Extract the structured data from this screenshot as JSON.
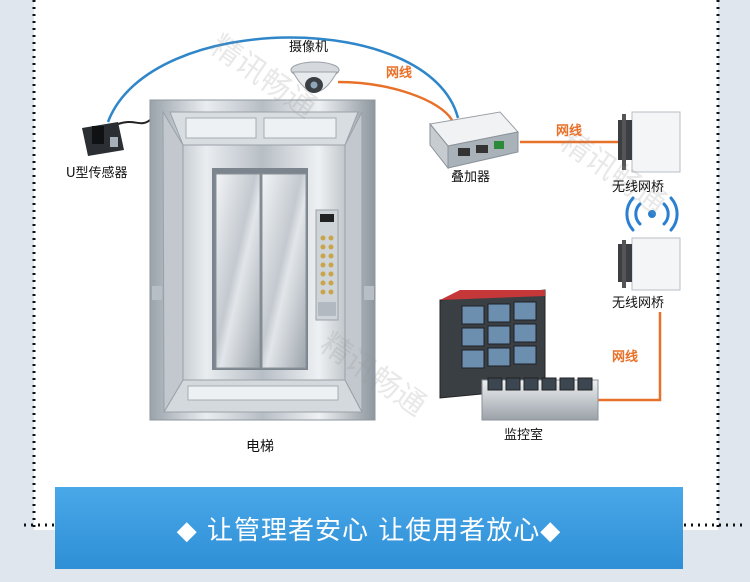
{
  "labels": {
    "camera": "摄像机",
    "u_sensor": "U型传感器",
    "overlay": "叠加器",
    "bridge_top": "无线网桥",
    "bridge_bottom": "无线网桥",
    "monitor_room": "监控室",
    "elevator": "电梯"
  },
  "wires": {
    "camera_overlay": "网线",
    "overlay_bridge": "网线",
    "bridge_monitor": "网线"
  },
  "watermark": "精讯畅通",
  "banner": {
    "text": "◆ 让管理者安心 让使用者放心◆"
  },
  "colors": {
    "background": "#dfe6ee",
    "panel": "#ffffff",
    "banner": "#3e9fe0",
    "wire_label": "#e8712a",
    "blue_cable": "#2f86c9",
    "dotted_border": "#111111",
    "wifi_icon": "#2a7fd0"
  }
}
